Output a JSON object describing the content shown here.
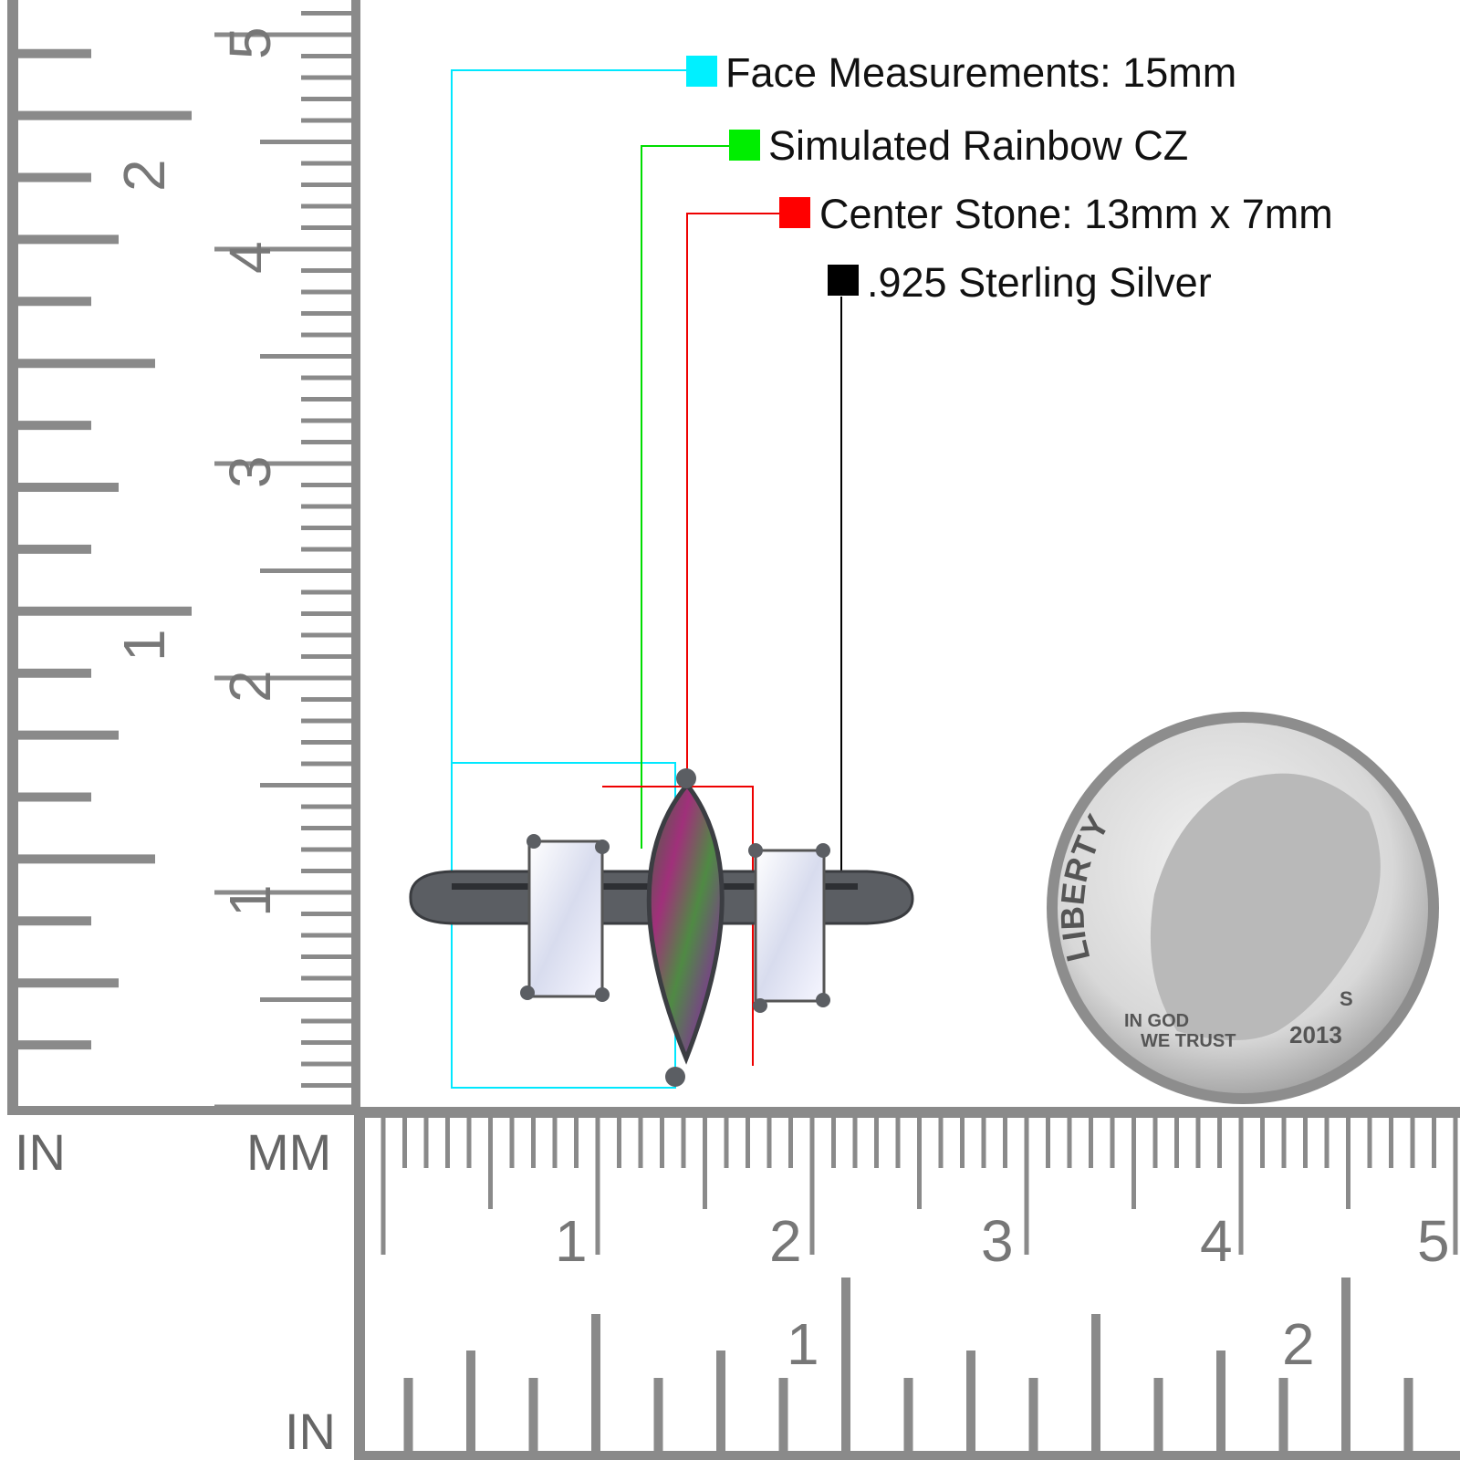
{
  "legend": {
    "items": [
      {
        "label": "Face Measurements: 15mm",
        "color": "#00f0ff"
      },
      {
        "label": "Simulated Rainbow CZ",
        "color": "#00ee00"
      },
      {
        "label": "Center Stone: 13mm x 7mm",
        "color": "#ff0000"
      },
      {
        "label": ".925 Sterling Silver",
        "color": "#000000"
      }
    ]
  },
  "rulers": {
    "corner_in_left": "IN",
    "corner_mm": "MM",
    "corner_in_bottom": "IN",
    "left_in_labels": [
      "1",
      "2"
    ],
    "left_mm_labels": [
      "1",
      "2",
      "3",
      "4",
      "5"
    ],
    "bottom_mm_labels": [
      "1",
      "2",
      "3",
      "4",
      "5"
    ],
    "bottom_in_labels": [
      "1",
      "2"
    ],
    "color": "#8a8a8a"
  },
  "coin": {
    "motto_top": "LIBERTY",
    "motto_bottom_1": "IN GOD",
    "motto_bottom_2": "WE TRUST",
    "year": "2013",
    "mint_mark": "S"
  }
}
